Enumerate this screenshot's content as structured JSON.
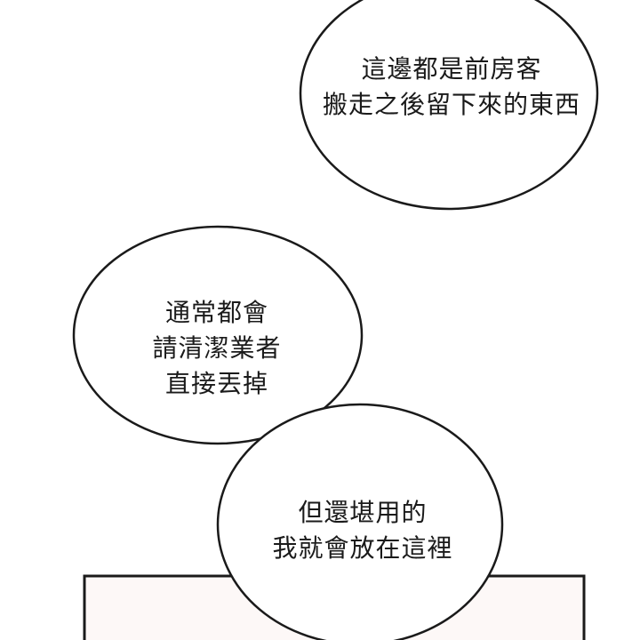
{
  "bubbles": [
    {
      "lines": [
        "這邊都是前房客",
        "搬走之後留下來的東西"
      ]
    },
    {
      "lines": [
        "通常都會",
        "請清潔業者",
        "直接丟掉"
      ]
    },
    {
      "lines": [
        "但還堪用的",
        "我就會放在這裡"
      ]
    }
  ],
  "colors": {
    "background": "#ffffff",
    "bubble_fill": "#ffffff",
    "outline": "#1a1a1a",
    "text": "#1a1a1a",
    "panel_inner": "#fdf8f7"
  }
}
